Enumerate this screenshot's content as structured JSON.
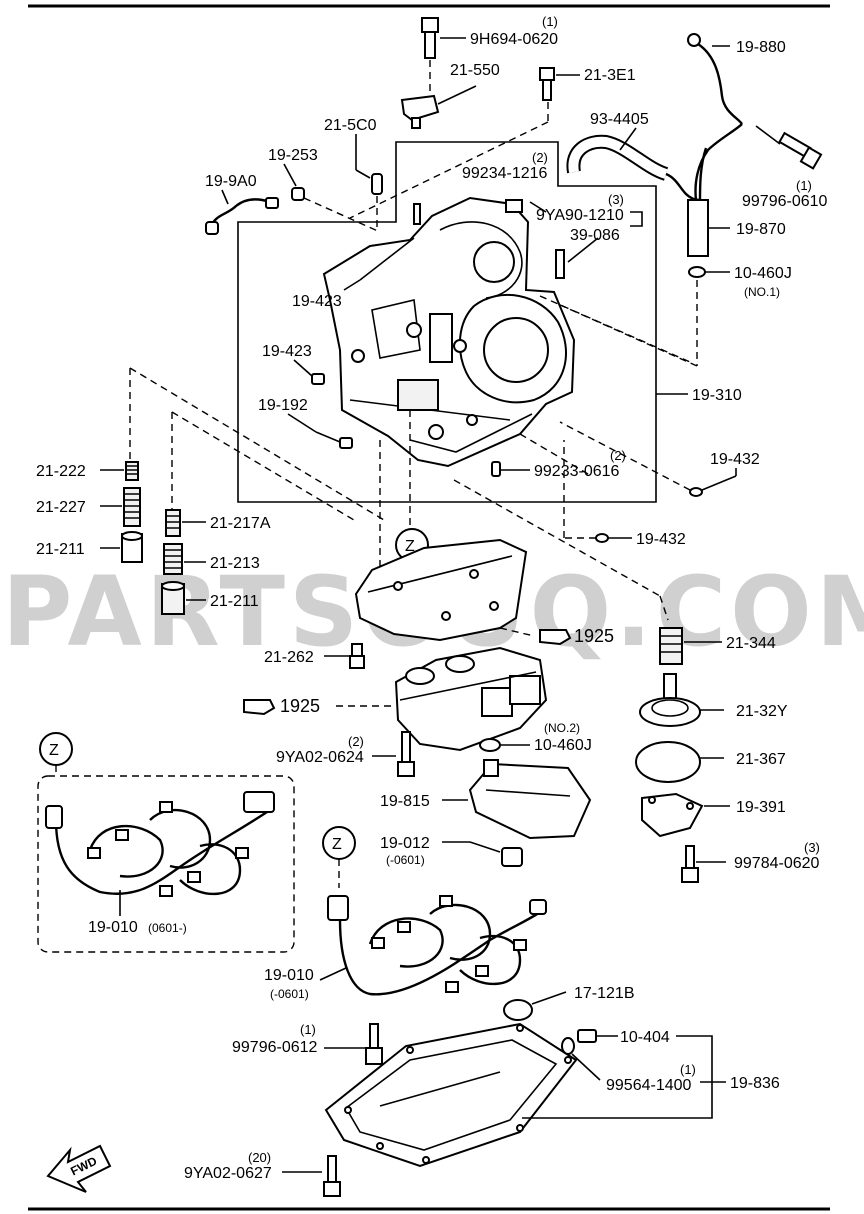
{
  "watermark": "PARTSOUQ.COM",
  "labels": {
    "p9H694": "9H694-0620",
    "q9H694": "(1)",
    "p21550": "21-550",
    "p213E1": "21-3E1",
    "p215C0": "21-5C0",
    "p19253": "19-253",
    "p199A0": "19-9A0",
    "p19880": "19-880",
    "p934405": "93-4405",
    "p99796a": "99796-0610",
    "q99796a": "(1)",
    "p992341216": "99234-1216",
    "q992341216": "(2)",
    "p9YA901210": "9YA90-1210",
    "q9YA901210": "(3)",
    "p39086": "39-086",
    "p19870": "19-870",
    "p10460a": "10-460J",
    "n10460a": "(NO.1)",
    "p19423a": "19-423",
    "p19423b": "19-423",
    "p19310": "19-310",
    "p19192": "19-192",
    "p992330616": "99233-0616",
    "q992330616": "(2)",
    "p19432a": "19-432",
    "p19432b": "19-432",
    "p21222": "21-222",
    "p21227": "21-227",
    "p21211a": "21-211",
    "p21217A": "21-217A",
    "p21213": "21-213",
    "p21211b": "21-211",
    "zA": "Z",
    "p1925a": "1925",
    "p21344": "21-344",
    "p21262": "21-262",
    "p1925b": "1925",
    "p21327": "21-32Y",
    "p10460b": "10-460J",
    "n10460b": "(NO.2)",
    "p9YA020624": "9YA02-0624",
    "q9YA020624": "(2)",
    "p21367": "21-367",
    "zB": "Z",
    "p19815": "19-815",
    "p19391": "19-391",
    "p19012": "19-012",
    "d19012": "(-0601)",
    "p99784": "99784-0620",
    "q99784": "(3)",
    "zC": "Z",
    "p19010a": "19-010",
    "d19010a": "(0601-)",
    "p19010b": "19-010",
    "d19010b": "(-0601)",
    "p17121B": "17-121B",
    "p99796b": "99796-0612",
    "q99796b": "(1)",
    "p10404": "10-404",
    "p99564": "99564-1400",
    "q99564": "(1)",
    "p19836": "19-836",
    "p9YA020627": "9YA02-0627",
    "q9YA020627": "(20)",
    "fwd": "FWD"
  }
}
